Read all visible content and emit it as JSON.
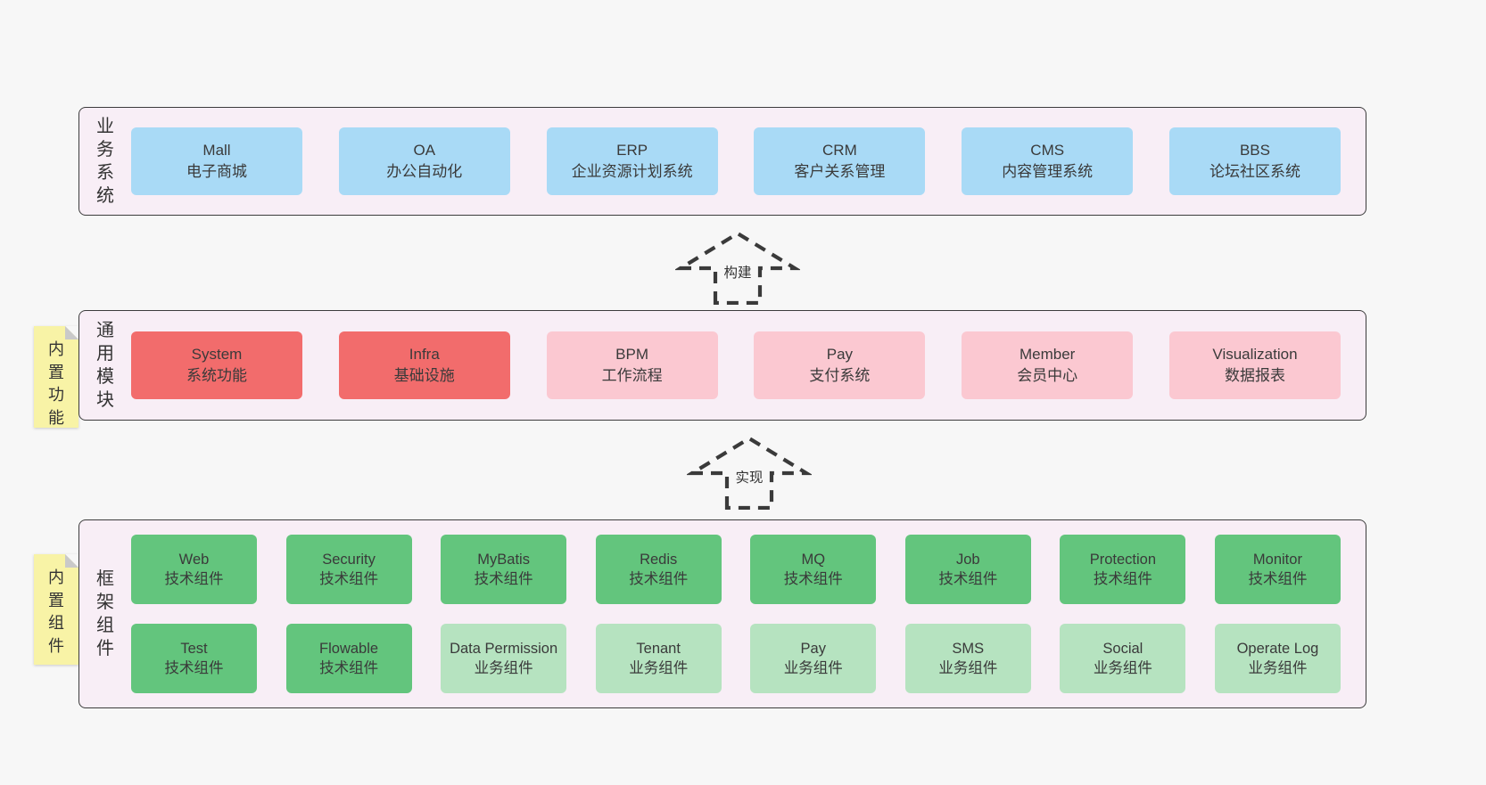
{
  "colors": {
    "page_bg": "#f7f7f7",
    "section_bg": "#f8eef6",
    "section_border": "#3c3c3c",
    "blue_box": "#a9daf6",
    "red_box": "#f26c6c",
    "pink_box": "#fbc8d1",
    "green_box": "#63c57d",
    "light_green_box": "#b6e3c0",
    "sticky_yellow": "#f8f3a6",
    "text": "#3a3a3a"
  },
  "sections": {
    "business": {
      "label": "业务系统",
      "boxes": [
        {
          "name": "Mall",
          "desc": "电子商城"
        },
        {
          "name": "OA",
          "desc": "办公自动化"
        },
        {
          "name": "ERP",
          "desc": "企业资源计划系统"
        },
        {
          "name": "CRM",
          "desc": "客户关系管理"
        },
        {
          "name": "CMS",
          "desc": "内容管理系统"
        },
        {
          "name": "BBS",
          "desc": "论坛社区系统"
        }
      ]
    },
    "modules": {
      "label": "通用模块",
      "sticky": "内置功能",
      "boxes": [
        {
          "name": "System",
          "desc": "系统功能"
        },
        {
          "name": "Infra",
          "desc": "基础设施"
        },
        {
          "name": "BPM",
          "desc": "工作流程"
        },
        {
          "name": "Pay",
          "desc": "支付系统"
        },
        {
          "name": "Member",
          "desc": "会员中心"
        },
        {
          "name": "Visualization",
          "desc": "数据报表"
        }
      ]
    },
    "framework": {
      "label": "框架组件",
      "sticky": "内置组件",
      "row1": [
        {
          "name": "Web",
          "desc": "技术组件"
        },
        {
          "name": "Security",
          "desc": "技术组件"
        },
        {
          "name": "MyBatis",
          "desc": "技术组件"
        },
        {
          "name": "Redis",
          "desc": "技术组件"
        },
        {
          "name": "MQ",
          "desc": "技术组件"
        },
        {
          "name": "Job",
          "desc": "技术组件"
        },
        {
          "name": "Protection",
          "desc": "技术组件"
        },
        {
          "name": "Monitor",
          "desc": "技术组件"
        }
      ],
      "row2": [
        {
          "name": "Test",
          "desc": "技术组件"
        },
        {
          "name": "Flowable",
          "desc": "技术组件"
        },
        {
          "name": "Data Permission",
          "desc": "业务组件"
        },
        {
          "name": "Tenant",
          "desc": "业务组件"
        },
        {
          "name": "Pay",
          "desc": "业务组件"
        },
        {
          "name": "SMS",
          "desc": "业务组件"
        },
        {
          "name": "Social",
          "desc": "业务组件"
        },
        {
          "name": "Operate Log",
          "desc": "业务组件"
        }
      ]
    }
  },
  "arrows": {
    "build": {
      "label": "构建"
    },
    "implement": {
      "label": "实现"
    }
  }
}
